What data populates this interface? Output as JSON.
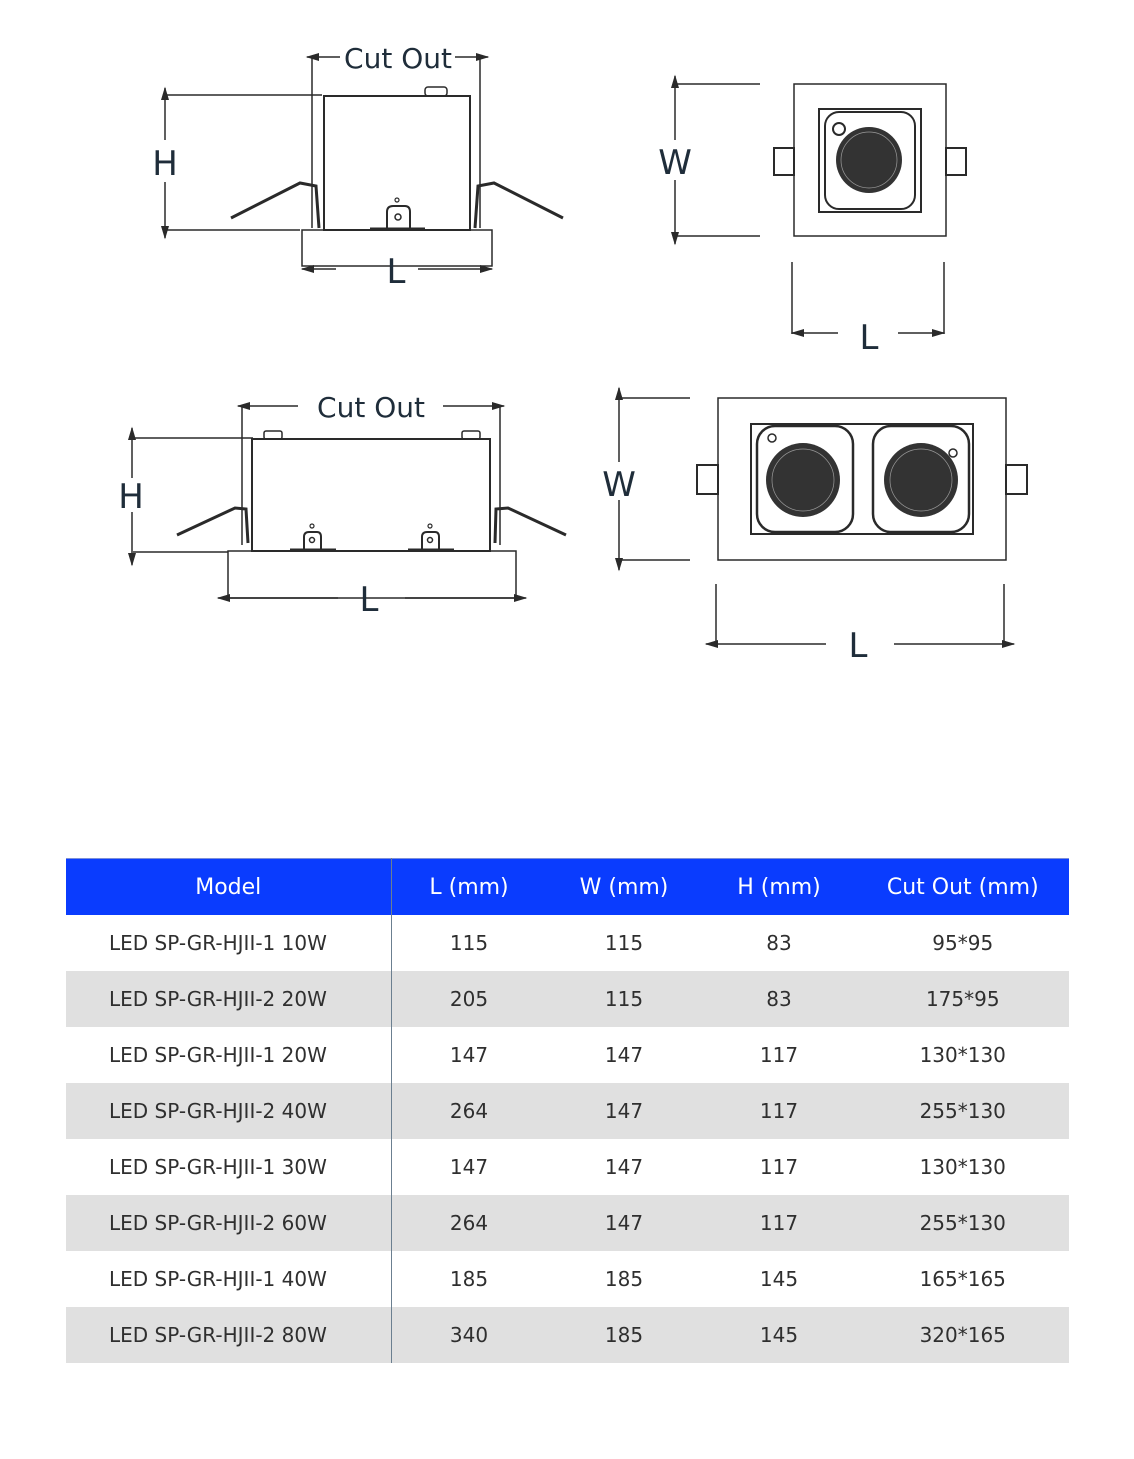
{
  "diagrams": {
    "single_side": {
      "cut_out_label": "Cut Out",
      "height_label": "H",
      "length_label": "L"
    },
    "single_top": {
      "width_label": "W",
      "length_label": "L"
    },
    "double_side": {
      "cut_out_label": "Cut Out",
      "height_label": "H",
      "length_label": "L"
    },
    "double_top": {
      "width_label": "W",
      "length_label": "L"
    }
  },
  "table": {
    "header_color": "#0a3cfe",
    "stripe_color": "#e0e0e0",
    "columns": [
      "Model",
      "L (mm)",
      "W (mm)",
      "H (mm)",
      "Cut Out (mm)"
    ],
    "rows": [
      {
        "model": "LED SP-GR-HJII-1 10W",
        "l": "115",
        "w": "115",
        "h": "83",
        "cut_out": "95*95"
      },
      {
        "model": "LED SP-GR-HJII-2 20W",
        "l": "205",
        "w": "115",
        "h": "83",
        "cut_out": "175*95"
      },
      {
        "model": "LED SP-GR-HJII-1 20W",
        "l": "147",
        "w": "147",
        "h": "117",
        "cut_out": "130*130"
      },
      {
        "model": "LED SP-GR-HJII-2 40W",
        "l": "264",
        "w": "147",
        "h": "117",
        "cut_out": "255*130"
      },
      {
        "model": "LED SP-GR-HJII-1 30W",
        "l": "147",
        "w": "147",
        "h": "117",
        "cut_out": "130*130"
      },
      {
        "model": "LED SP-GR-HJII-2 60W",
        "l": "264",
        "w": "147",
        "h": "117",
        "cut_out": "255*130"
      },
      {
        "model": "LED SP-GR-HJII-1 40W",
        "l": "185",
        "w": "185",
        "h": "145",
        "cut_out": "165*165"
      },
      {
        "model": "LED SP-GR-HJII-2 80W",
        "l": "340",
        "w": "185",
        "h": "145",
        "cut_out": "320*165"
      }
    ]
  }
}
